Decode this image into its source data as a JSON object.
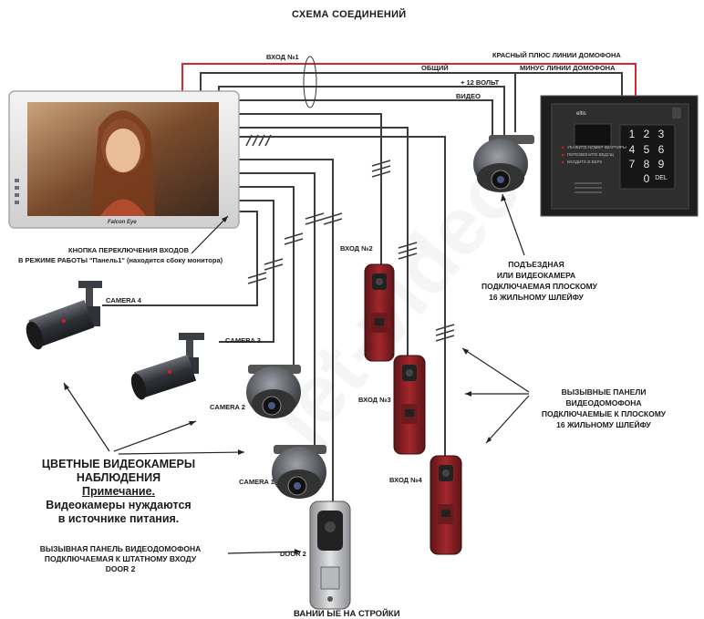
{
  "title": "СХЕМА СОЕДИНЕНИЙ",
  "wires": {
    "vhod1": "ВХОД №1",
    "red_plus": "КРАСНЫЙ ПЛЮС ЛИНИИ ДОМОФОНА",
    "common": "ОБЩИЙ",
    "minus": "МИНУС ЛИНИИ ДОМОФОНА",
    "plus12": "+ 12 ВОЛЬТ",
    "video": "ВИДЕО"
  },
  "monitor": {
    "brand": "Falcon Eye",
    "button_note_line1": "КНОПКА ПЕРЕКЛЮЧЕНИЯ ВХОДОВ",
    "button_note_line2": "В РЕЖИМЕ РАБОТЫ \"Панель1\" (находится сбоку монитора)"
  },
  "keypad": {
    "brand": "eltis",
    "keys": [
      "1",
      "2",
      "3",
      "4",
      "5",
      "6",
      "7",
      "8",
      "9",
      "0",
      "DEL"
    ],
    "indicators": [
      "УКАЖИТЕ НОМЕР КВАРТИРЫ",
      "ПЕРЕЗВОНИТЕ ВЕДУЩ",
      "ВХОДИТЕ В ВЕРХ"
    ]
  },
  "inputs": {
    "vhod2": "ВХОД №2",
    "vhod3": "ВХОД №3",
    "vhod4": "ВХОД №4"
  },
  "cameras": {
    "cam1": "CAMERA 1",
    "cam2": "CAMERA 2",
    "cam3": "CAMERA 3",
    "cam4": "CAMERA 4"
  },
  "door2": "DOOR 2",
  "entrance_camera": [
    "ПОДЪЕЗДНАЯ",
    "ИЛИ ВИДЕОКАМЕРА",
    "ПОДКЛЮЧАЕМАЯ ПЛОСКОМУ",
    "16 ЖИЛЬНОМУ ШЛЕЙФУ"
  ],
  "call_panels": [
    "ВЫЗЫВНЫЕ ПАНЕЛИ",
    "ВИДЕОДОМОФОНА",
    "ПОДКЛЮЧАЕМЫЕ К ПЛОСКОМУ",
    "16 ЖИЛЬНОМУ ШЛЕЙФУ"
  ],
  "color_cams": {
    "line1": "ЦВЕТНЫЕ ВИДЕОКАМЕРЫ",
    "line2": "НАБЛЮДЕНИЯ",
    "note_title": "Примечание.",
    "note1": "Видеокамеры нуждаются",
    "note2": "в источнике питания."
  },
  "door2_note": [
    "ВЫЗЫВНАЯ ПАНЕЛЬ ВИДЕОДОМОФОНА",
    "ПОДКЛЮЧАЕМАЯ К ШТАТНОМУ ВХОДУ",
    "DOOR 2"
  ],
  "bottom_cut": "ВАНИИ ЫЕ НА СТРОЙКИ",
  "watermark": "jet-video",
  "colors": {
    "red_wire": "#d8262c",
    "wire": "#3c3c3c",
    "panel_red": "#8b1f23",
    "keypad_body": "#2a2a2a"
  }
}
